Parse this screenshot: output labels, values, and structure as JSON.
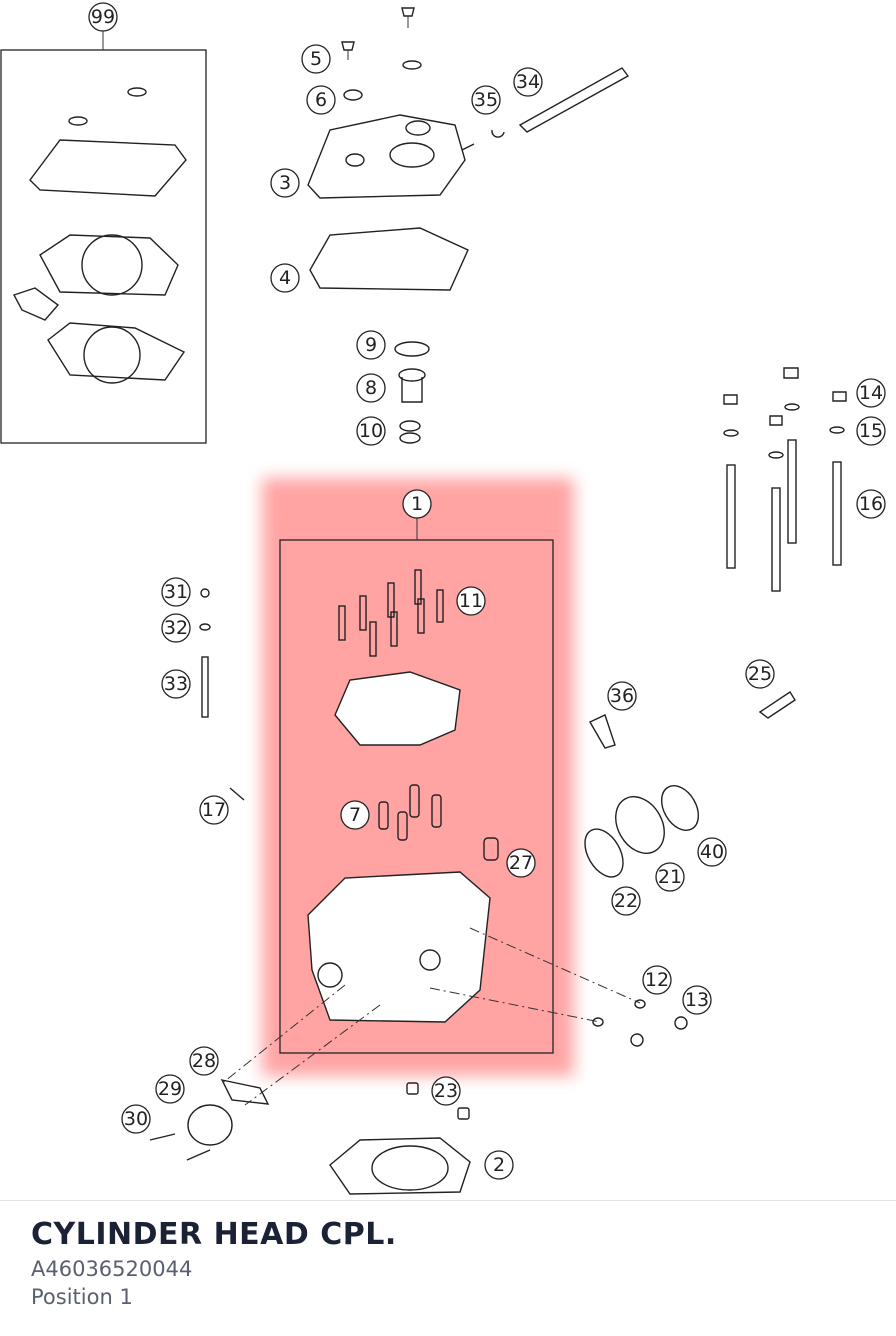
{
  "diagram": {
    "callouts": [
      "99",
      "5",
      "6",
      "3",
      "34",
      "35",
      "4",
      "9",
      "8",
      "10",
      "14",
      "15",
      "16",
      "1",
      "11",
      "31",
      "32",
      "33",
      "25",
      "36",
      "17",
      "7",
      "27",
      "40",
      "21",
      "22",
      "12",
      "13",
      "28",
      "29",
      "30",
      "23",
      "2"
    ]
  },
  "footer": {
    "title": "CYLINDER HEAD CPL.",
    "part_number": "A46036520044",
    "position": "Position 1"
  },
  "colors": {
    "highlight": "#ff8a8a",
    "title": "#1b2235",
    "subtitle": "#5a6070"
  }
}
